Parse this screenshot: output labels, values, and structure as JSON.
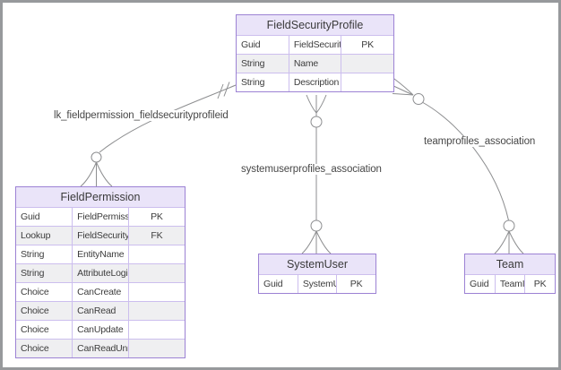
{
  "diagram": {
    "entities": [
      {
        "id": "field-security-profile",
        "title": "FieldSecurityProfile",
        "rows": [
          [
            "Guid",
            "FieldSecurityProfileId",
            "PK"
          ],
          [
            "String",
            "Name",
            ""
          ],
          [
            "String",
            "Description",
            ""
          ]
        ]
      },
      {
        "id": "field-permission",
        "title": "FieldPermission",
        "rows": [
          [
            "Guid",
            "FieldPermissionId",
            "PK"
          ],
          [
            "Lookup",
            "FieldSecurityProfileId",
            "FK"
          ],
          [
            "String",
            "EntityName",
            ""
          ],
          [
            "String",
            "AttributeLogicalName",
            ""
          ],
          [
            "Choice",
            "CanCreate",
            ""
          ],
          [
            "Choice",
            "CanRead",
            ""
          ],
          [
            "Choice",
            "CanUpdate",
            ""
          ],
          [
            "Choice",
            "CanReadUnmasked",
            ""
          ]
        ]
      },
      {
        "id": "system-user",
        "title": "SystemUser",
        "rows": [
          [
            "Guid",
            "SystemUserId",
            "PK"
          ]
        ]
      },
      {
        "id": "team",
        "title": "Team",
        "rows": [
          [
            "Guid",
            "TeamID",
            "PK"
          ]
        ]
      }
    ],
    "relationships": [
      {
        "label": "lk_fieldpermission_fieldsecurityprofileid",
        "from_entity": "FieldSecurityProfile",
        "from_cardinality": "exactly-one",
        "to_entity": "FieldPermission",
        "to_cardinality": "zero-or-many"
      },
      {
        "label": "systemuserprofiles_association",
        "from_entity": "FieldSecurityProfile",
        "from_cardinality": "zero-or-many",
        "to_entity": "SystemUser",
        "to_cardinality": "zero-or-many"
      },
      {
        "label": "teamprofiles_association",
        "from_entity": "FieldSecurityProfile",
        "from_cardinality": "zero-or-many",
        "to_entity": "Team",
        "to_cardinality": "zero-or-many"
      }
    ],
    "colors": {
      "entity_border": "#9c82d4",
      "entity_header_fill": "#eae4f9",
      "row_alt_fill": "#efeff1",
      "connector": "#8d8e90",
      "text": "#3d3d3d",
      "frame_border": "#97999c"
    }
  }
}
